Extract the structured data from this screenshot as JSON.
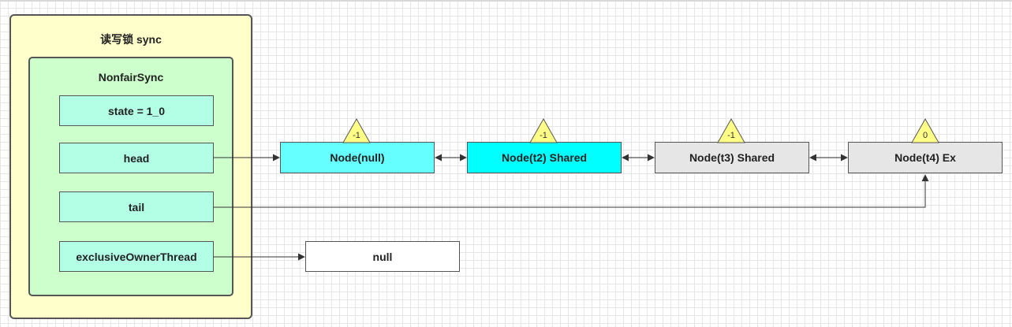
{
  "outer_title": "读写锁 sync",
  "inner_title": "NonfairSync",
  "fields": {
    "state": "state = 1_0",
    "head": "head",
    "tail": "tail",
    "owner": "exclusiveOwnerThread"
  },
  "nodes": [
    {
      "label": "Node(null)",
      "badge": "-1"
    },
    {
      "label": "Node(t2) Shared",
      "badge": "-1"
    },
    {
      "label": "Node(t3) Shared",
      "badge": "-1"
    },
    {
      "label": "Node(t4) Ex",
      "badge": "0"
    }
  ],
  "owner_value": "null",
  "colors": {
    "node_head": "#66ffff",
    "node_t2": "#00ffff",
    "node_waiting": "#e6e6e6",
    "badge": "#ffff88"
  }
}
